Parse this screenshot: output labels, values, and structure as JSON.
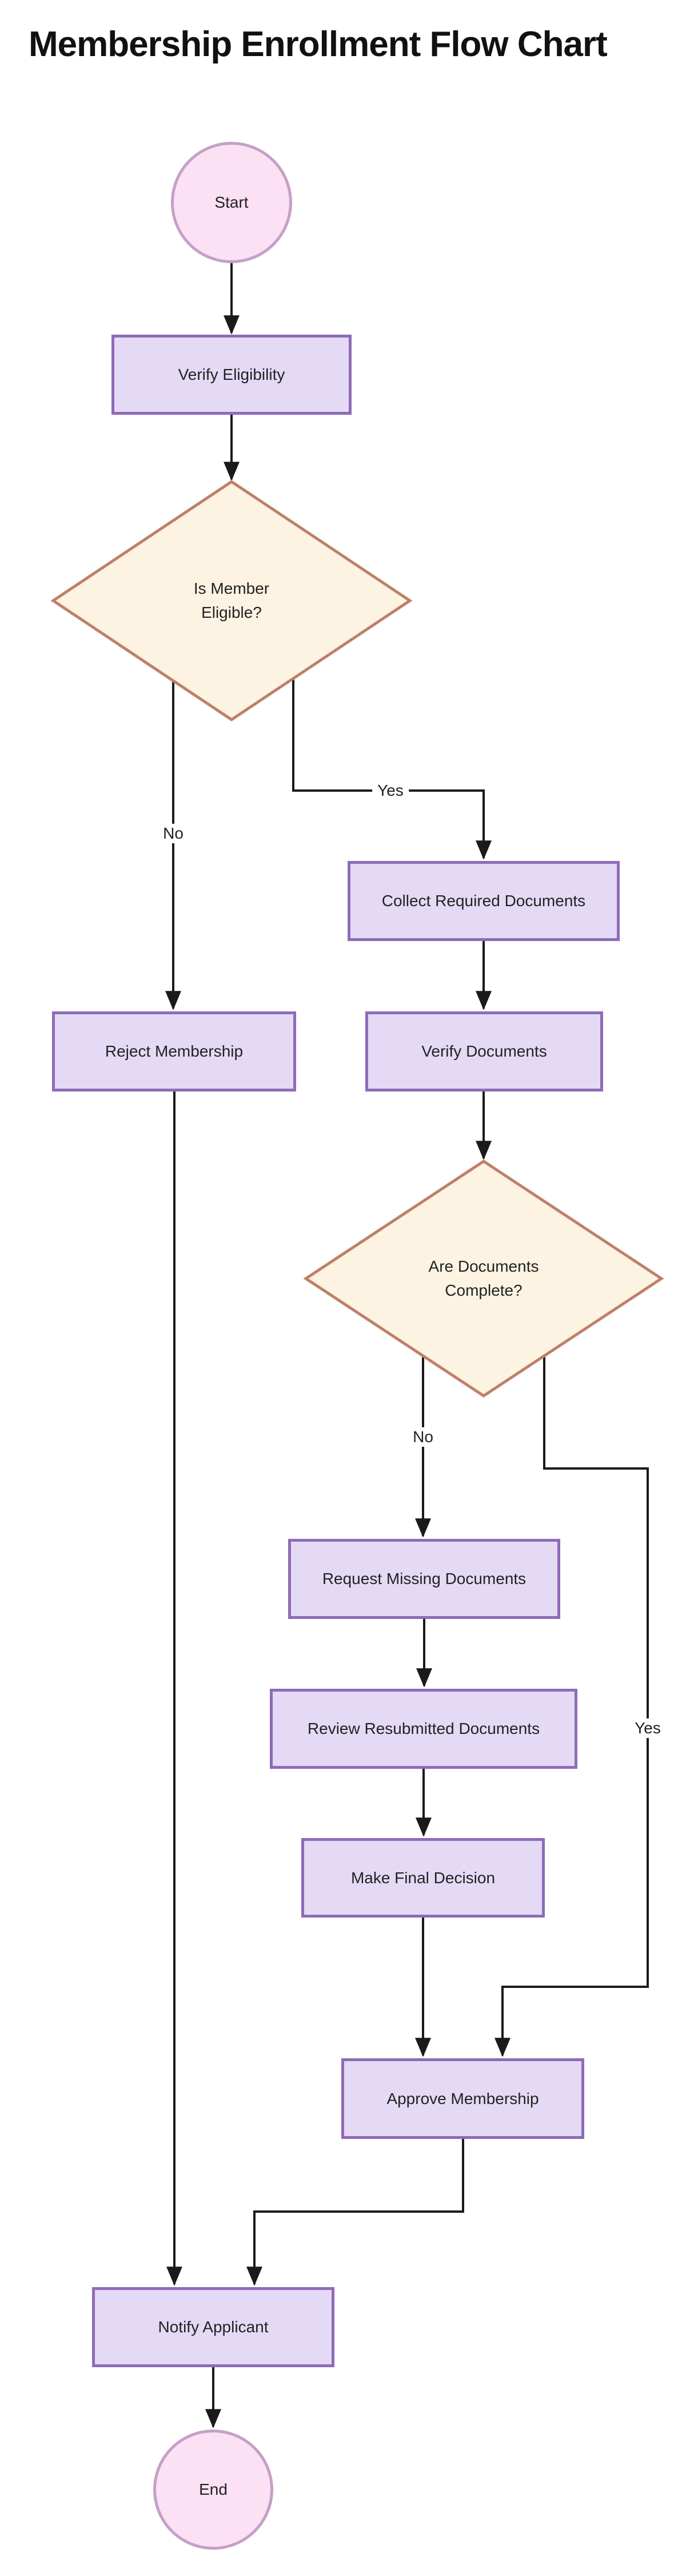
{
  "title": "Membership Enrollment Flow Chart",
  "nodes": {
    "start": {
      "label": "Start",
      "type": "terminator"
    },
    "verify_eligibility": {
      "label": "Verify Eligibility",
      "type": "process"
    },
    "is_member_eligible": {
      "label": "Is Member Eligible?",
      "type": "decision"
    },
    "collect_required_documents": {
      "label": "Collect Required Documents",
      "type": "process"
    },
    "reject_membership": {
      "label": "Reject Membership",
      "type": "process"
    },
    "verify_documents": {
      "label": "Verify Documents",
      "type": "process"
    },
    "are_documents_complete": {
      "label": "Are Documents Complete?",
      "type": "decision"
    },
    "request_missing_documents": {
      "label": "Request Missing Documents",
      "type": "process"
    },
    "review_resubmitted_documents": {
      "label": "Review Resubmitted Documents",
      "type": "process"
    },
    "make_final_decision": {
      "label": "Make Final Decision",
      "type": "process"
    },
    "approve_membership": {
      "label": "Approve Membership",
      "type": "process"
    },
    "notify_applicant": {
      "label": "Notify Applicant",
      "type": "process"
    },
    "end": {
      "label": "End",
      "type": "terminator"
    }
  },
  "edge_labels": {
    "eligible_yes": "Yes",
    "eligible_no": "No",
    "complete_no": "No",
    "complete_yes": "Yes"
  },
  "colors": {
    "terminator_fill": "#fce0f4",
    "terminator_border": "#c5a0c5",
    "process_fill": "#e4daf6",
    "process_border": "#8e6bb8",
    "decision_fill": "#fdf3e2",
    "decision_border": "#bd8168",
    "connector": "#1a1a1a",
    "text": "#222222"
  }
}
